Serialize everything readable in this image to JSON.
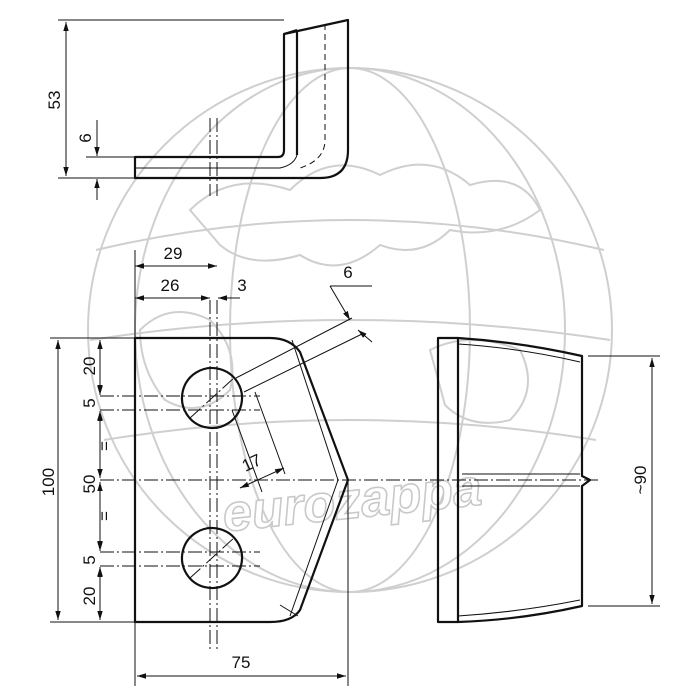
{
  "watermark": {
    "text": "eurozappa"
  },
  "dimensions": {
    "height_53": "53",
    "thickness_6": "6",
    "width_29": "29",
    "width_26": "26",
    "width_3": "3",
    "bevel_6": "6",
    "slot_17": "17",
    "total_100": "100",
    "top_20": "20",
    "top_5": "5",
    "equal_top": "=",
    "mid_50": "50",
    "equal_bottom": "=",
    "bottom_5": "5",
    "bottom_20": "20",
    "width_75": "75",
    "side_90": "~90"
  }
}
